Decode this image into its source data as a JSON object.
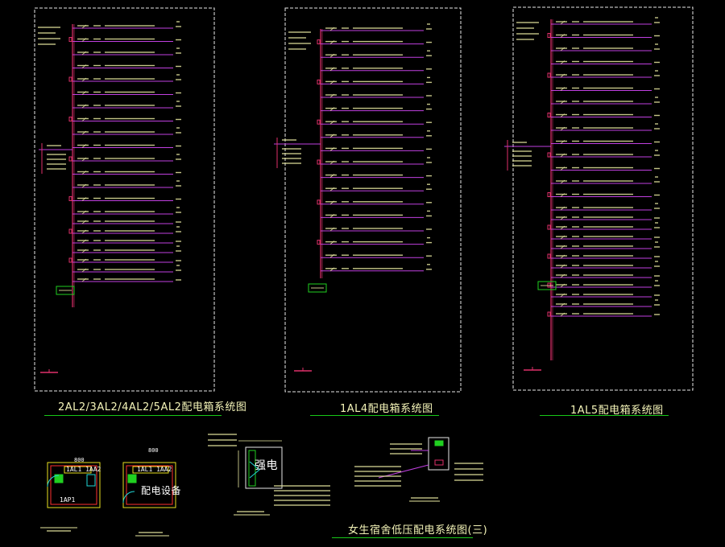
{
  "drawing": {
    "colors": {
      "frame": "#e8e8e8",
      "bus": "#e0306a",
      "feeder": "#c040e0",
      "text": "#e8e8a0",
      "green": "#20d020",
      "cyan": "#20d8d8",
      "red": "#ff3030",
      "yellow": "#e8e020",
      "blue": "#4060ff"
    },
    "panels": [
      {
        "id": "p1",
        "title": "2AL2/3AL2/4AL2/5AL2配电箱系统图"
      },
      {
        "id": "p2",
        "title": "1AL4配电箱系统图"
      },
      {
        "id": "p3",
        "title": "1AL5配电箱系统图"
      }
    ],
    "plans": [
      {
        "id": "plan1",
        "box_label": "1AL1 1AA2",
        "room_label": "1AP1"
      },
      {
        "id": "plan2",
        "box_label": "1AL1 1AA2",
        "room_label": "配电设备"
      }
    ],
    "dims": {
      "top1": "800",
      "top2": "800"
    },
    "riser_box_label": "强电",
    "bottom_title": "女生宿舍低压配电系统图(三)"
  }
}
